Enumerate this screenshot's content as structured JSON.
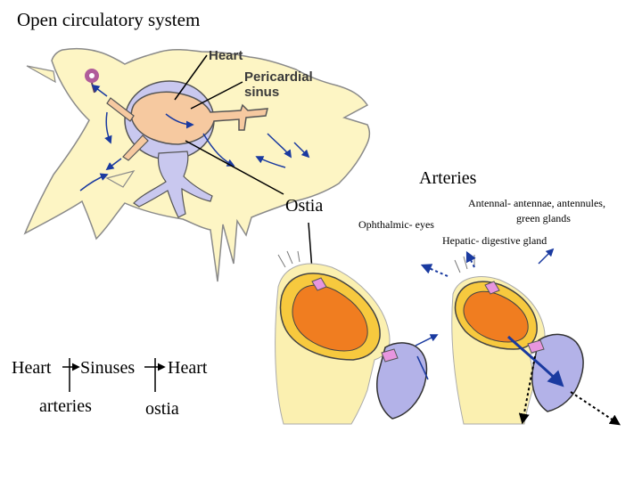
{
  "title": "Open circulatory system",
  "labels": {
    "heart": "Heart",
    "pericardial_sinus_line1": "Pericardial",
    "pericardial_sinus_line2": "sinus",
    "ostia": "Ostia",
    "arteries": "Arteries",
    "ophthalmic": "Ophthalmic- eyes",
    "antennal_line1": "Antennal- antennae, antennules,",
    "antennal_line2": "green glands",
    "hepatic": "Hepatic- digestive gland"
  },
  "flow": {
    "heart_start": "Heart",
    "sinuses": "Sinuses",
    "heart_end": "Heart",
    "arteries": "arteries",
    "ostia": "ostia"
  },
  "colors": {
    "body": "#fdf5c4",
    "body_outline": "#7a7a7a",
    "sinus": "#c9c8ef",
    "heart": "#f6c9a0",
    "valve": "#e796df",
    "ventricle_orange": "#f07d20",
    "ventricle_yellow": "#f7c93e",
    "arrow_blue": "#1a3aa0"
  }
}
